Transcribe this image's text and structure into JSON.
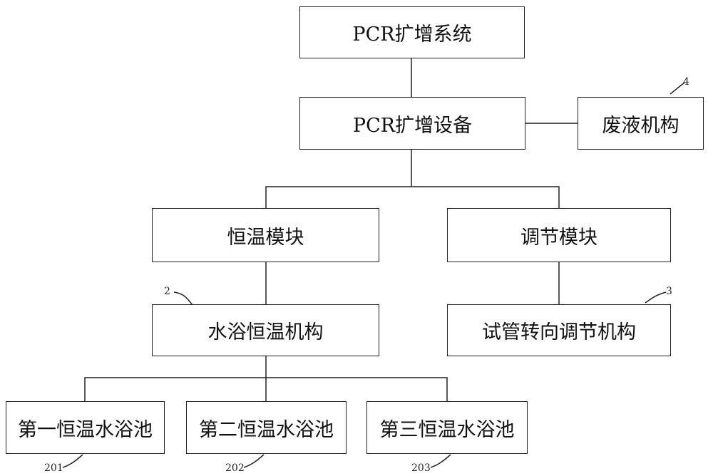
{
  "nodes": {
    "pcr_system": "PCR扩增系统",
    "pcr_device": "PCR扩增设备",
    "waste": "废液机构",
    "constant_temp_module": "恒温模块",
    "adjust_module": "调节模块",
    "water_bath": "水浴恒温机构",
    "tube_turn": "试管转向调节机构",
    "pool1": "第一恒温水浴池",
    "pool2": "第二恒温水浴池",
    "pool3": "第三恒温水浴池"
  },
  "refs": {
    "waste": "4",
    "water_bath": "2",
    "tube_turn": "3",
    "pool1": "201",
    "pool2": "202",
    "pool3": "203"
  },
  "colors": {
    "line": "#222222",
    "box_border": "#222222",
    "text": "#111111"
  }
}
